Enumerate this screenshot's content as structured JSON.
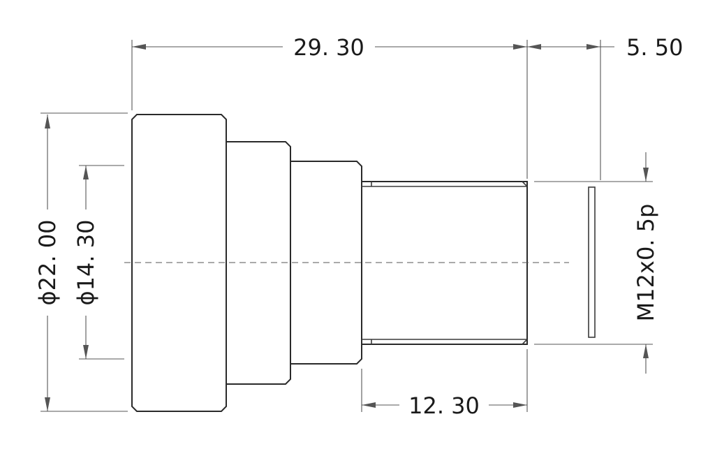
{
  "dimensions": {
    "overall_length": "29. 30",
    "flange_to_sensor": "5. 50",
    "outer_diameter": "ϕ22. 00",
    "step_diameter": "ϕ14. 30",
    "thread_length": "12. 30",
    "thread_spec": "M12x0. 5p"
  }
}
